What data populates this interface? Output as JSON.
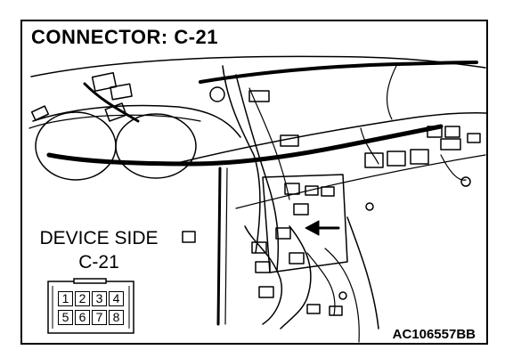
{
  "title": "CONNECTOR: C-21",
  "device_side": {
    "label": "DEVICE SIDE",
    "connector_id": "C-21",
    "pins_top": [
      "1",
      "2",
      "3",
      "4"
    ],
    "pins_bottom": [
      "5",
      "6",
      "7",
      "8"
    ]
  },
  "figure_code": "AC106557BB",
  "colors": {
    "ink": "#000000",
    "paper": "#ffffff"
  }
}
